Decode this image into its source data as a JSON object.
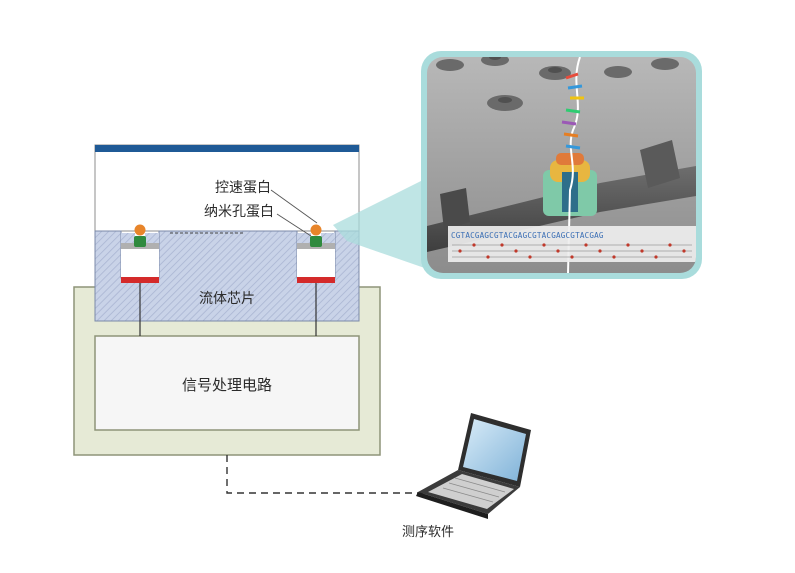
{
  "labels": {
    "speed_protein": "控速蛋白",
    "nanopore_protein": "纳米孔蛋白",
    "fluid_chip": "流体芯片",
    "signal_circuit": "信号处理电路",
    "software": "测序软件"
  },
  "dna_sequence": "CGTACGAGCGTACGAGCGTACGAGCGTACGAG",
  "colors": {
    "top_bar": "#1f5a96",
    "chip_fill": "#c9d3e8",
    "chip_hatch": "#9aa8c8",
    "board_fill": "#e6ead6",
    "board_stroke": "#8e9478",
    "electrode": "#d42a2a",
    "motor_orange": "#e8852a",
    "pore_green": "#2f8a3e",
    "inset_frame": "#a9dcdc",
    "inset_bg": "#8a8a8a"
  }
}
